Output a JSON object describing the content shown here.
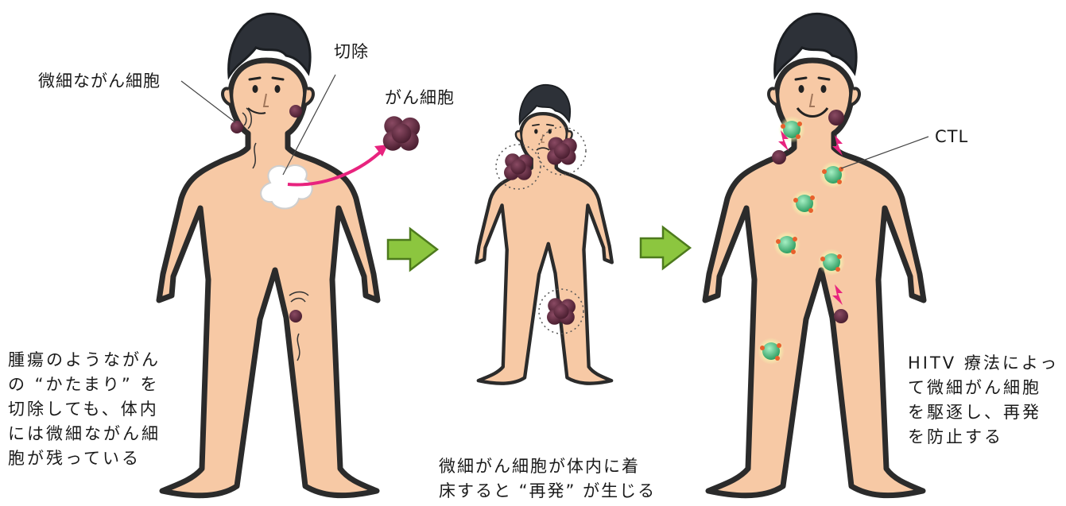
{
  "colors": {
    "skin": "#f7c9a5",
    "outline": "#2b2b2b",
    "hair": "#2d3138",
    "cancer": "#5e2a3e",
    "ctl": "#46c07a",
    "ctl_glow": "#eaf2a0",
    "ctl_dot": "#e8602c",
    "bolt": "#e8237e",
    "arrow": "#8cc63f",
    "excision": "#ffffff"
  },
  "icons": {
    "process_arrow": "block-arrow-right-icon",
    "cancer_cell": "cancer-cell-icon",
    "ctl_cell": "ctl-cell-icon",
    "attack": "lightning-bolt-icon",
    "excision": "excision-cloud-icon"
  },
  "panel1": {
    "label_micro": "微細ながん細胞",
    "label_excision": "切除",
    "label_cancer": "がん細胞",
    "caption": [
      "腫瘍のようながん",
      "の “かたまり” を",
      "切除しても、体内",
      "には微細ながん細",
      "胞が残っている"
    ]
  },
  "panel2": {
    "caption": [
      "微細がん細胞が体内に着",
      "床すると “再発” が生じる"
    ]
  },
  "panel3": {
    "label_ctl": "CTL",
    "caption": [
      "HITV 療法によっ",
      "て微細がん細胞",
      "を駆逐し、再発",
      "を防止する"
    ]
  }
}
